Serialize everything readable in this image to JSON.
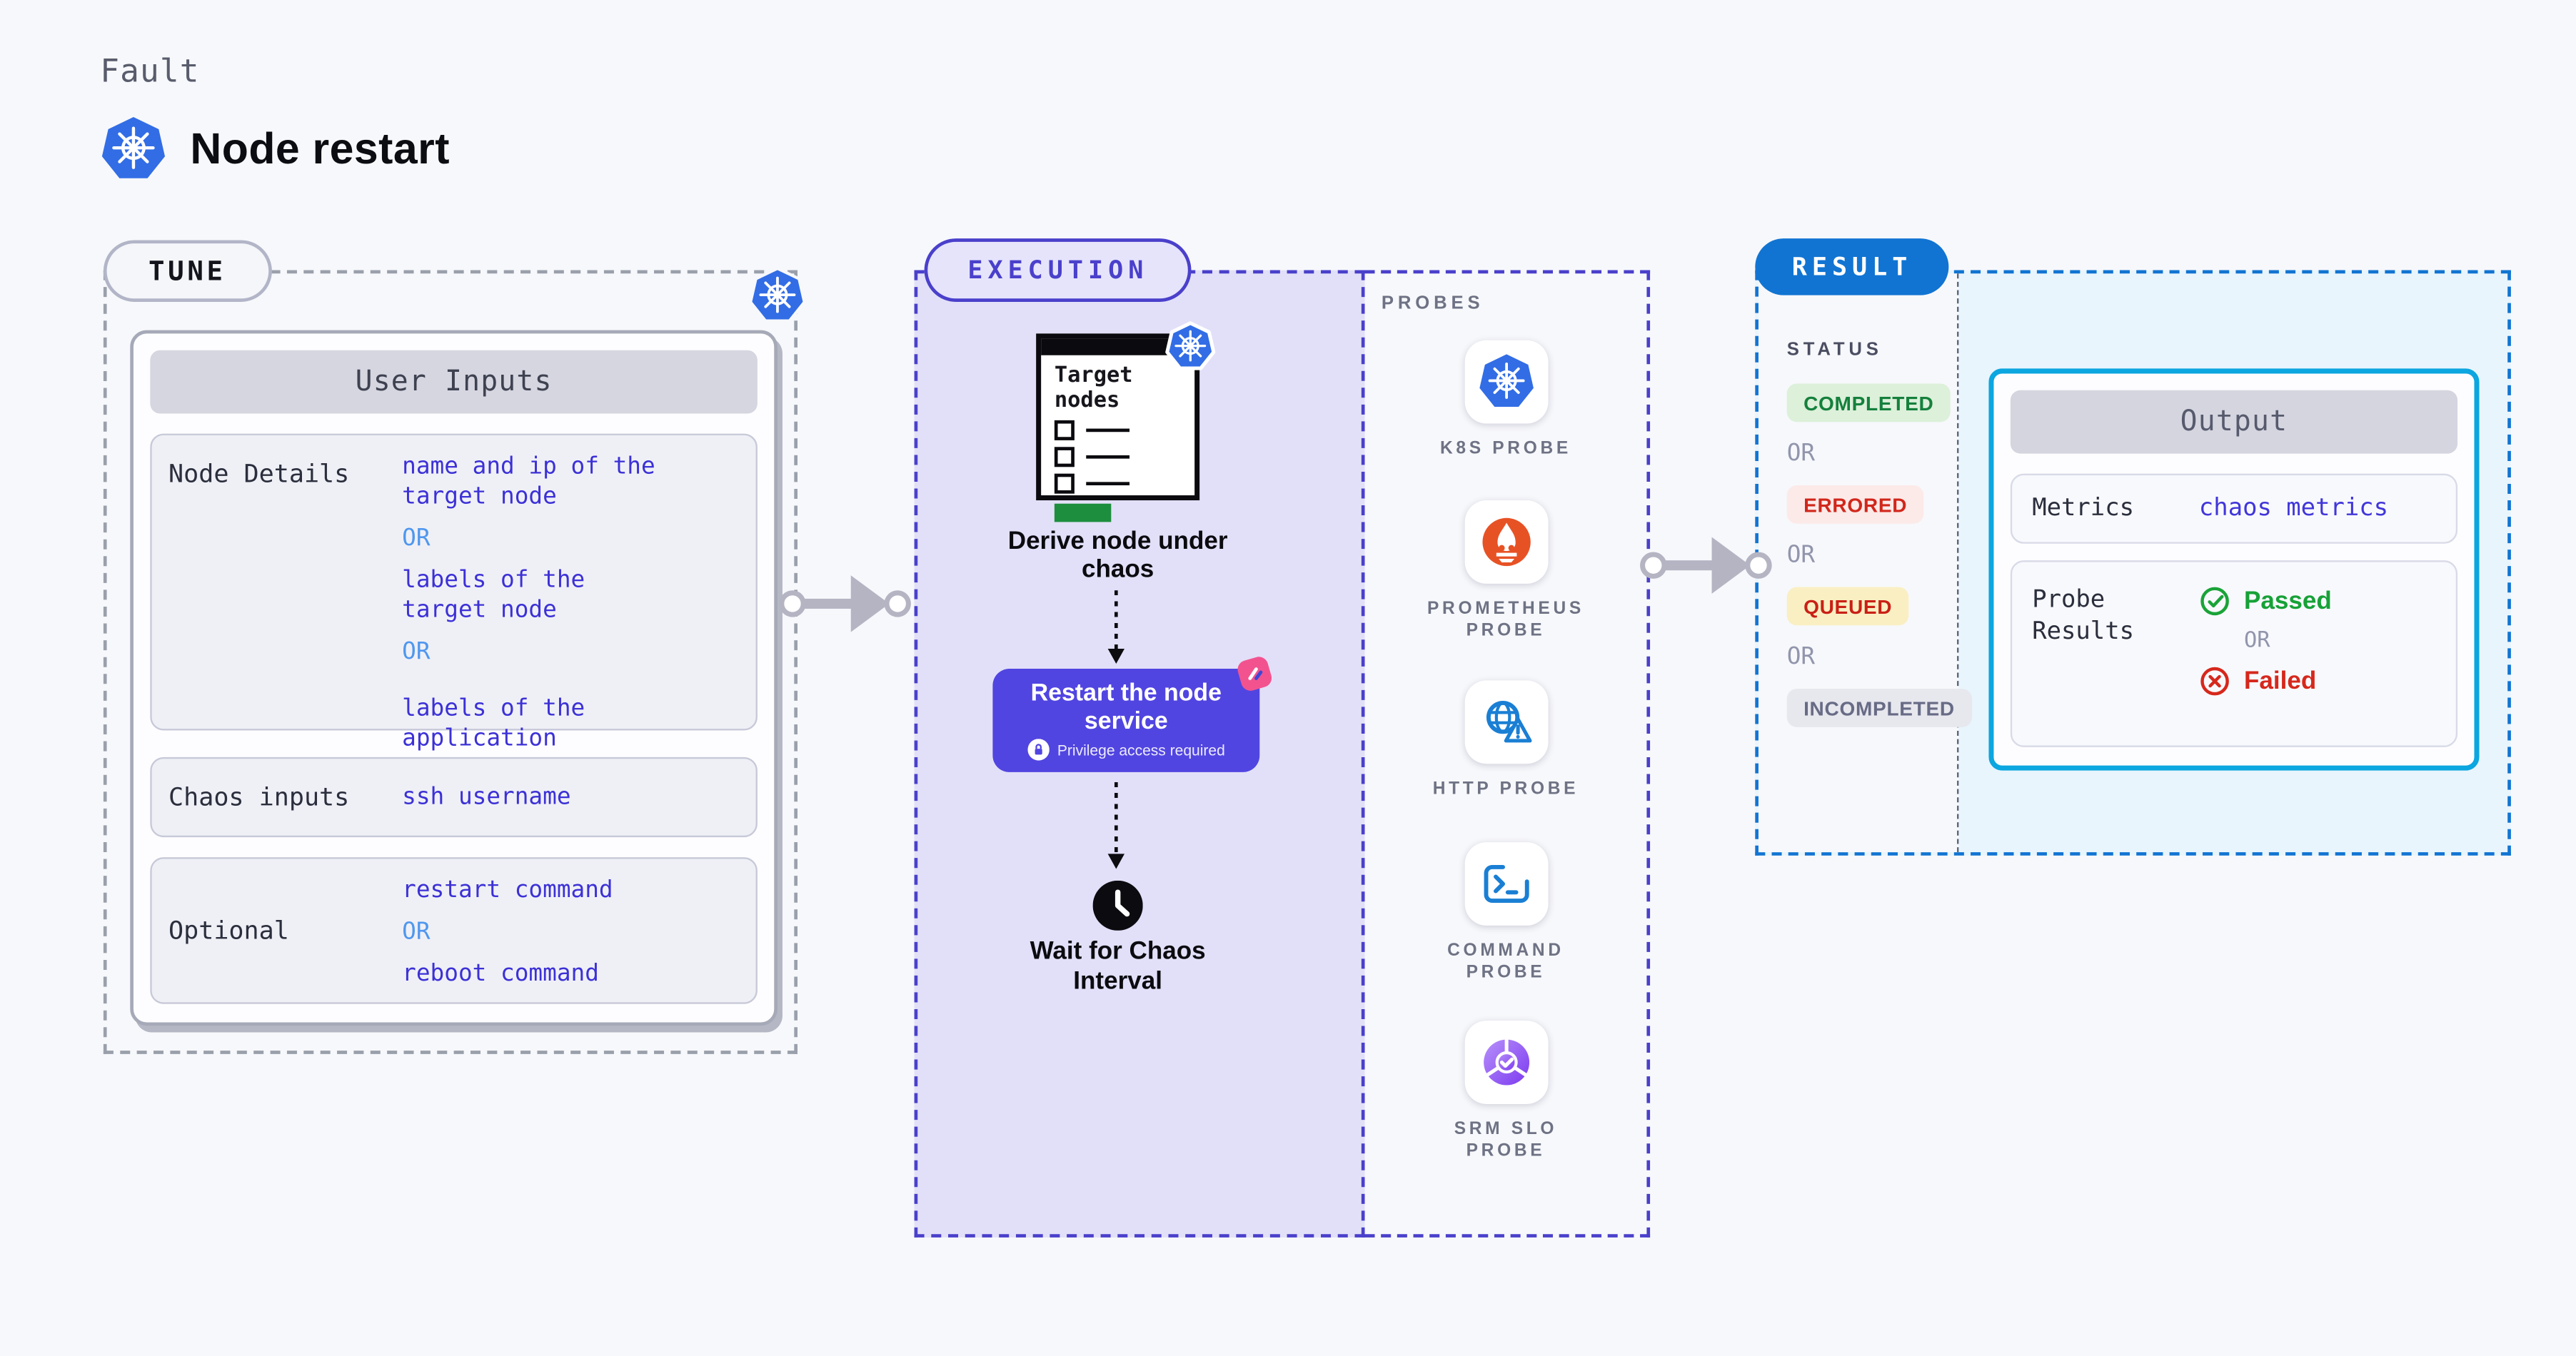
{
  "header": {
    "eyebrow": "Fault",
    "title": "Node restart"
  },
  "tune": {
    "label": "TUNE",
    "table_title": "User Inputs",
    "rows": [
      {
        "label": "Node Details",
        "values": [
          "name and ip of the\ntarget node",
          "OR",
          "labels of the\ntarget node",
          "OR",
          "labels of the application\nscheduled on target node"
        ]
      },
      {
        "label": "Chaos inputs",
        "values": [
          "ssh username"
        ]
      },
      {
        "label": "Optional",
        "values": [
          "restart command",
          "OR",
          "reboot command"
        ]
      }
    ]
  },
  "execution": {
    "label": "EXECUTION",
    "target_card_title": "Target nodes",
    "step_derive": "Derive node under chaos",
    "step_restart": "Restart the node service",
    "privilege_note": "Privilege access required",
    "step_wait": "Wait for Chaos Interval"
  },
  "probes": {
    "title": "PROBES",
    "items": [
      {
        "icon": "kubernetes-icon",
        "label": "K8S PROBE"
      },
      {
        "icon": "prometheus-icon",
        "label": "PROMETHEUS PROBE"
      },
      {
        "icon": "http-globe-icon",
        "label": "HTTP PROBE"
      },
      {
        "icon": "terminal-icon",
        "label": "COMMAND PROBE"
      },
      {
        "icon": "slo-donut-icon",
        "label": "SRM SLO PROBE"
      }
    ]
  },
  "result": {
    "label": "RESULT",
    "status_title": "STATUS",
    "or": "OR",
    "statuses": [
      {
        "text": "COMPLETED",
        "bg": "#dcf0da",
        "color": "#15803c"
      },
      {
        "text": "ERRORED",
        "bg": "#fceae8",
        "color": "#d1271b"
      },
      {
        "text": "QUEUED",
        "bg": "#f9efc3",
        "color": "#c92015"
      },
      {
        "text": "INCOMPLETED",
        "bg": "#e7e7ee",
        "color": "#676b85"
      }
    ],
    "output": {
      "title": "Output",
      "metrics_label": "Metrics",
      "metrics_value": "chaos metrics",
      "probe_results_label": "Probe Results",
      "passed": "Passed",
      "failed": "Failed"
    }
  },
  "colors": {
    "k8s_blue": "#326de5",
    "execution_purple": "#4a40cb",
    "result_blue": "#1174d2",
    "output_border_cyan": "#0ca6e0",
    "value_blue": "#3c31d6",
    "or_blue": "#4f97ee",
    "restart_indigo": "#5145e1",
    "prometheus_orange": "#e75225",
    "probe_icon_blue": "#1a7fd4",
    "success_green": "#17a137",
    "fail_red": "#d6281c",
    "arrow_gray": "#b4b4c3"
  }
}
